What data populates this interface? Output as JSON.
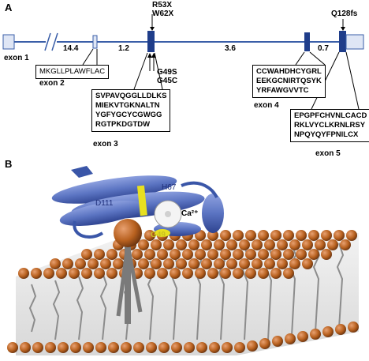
{
  "panel_a": {
    "letter": "A",
    "exon_labels": {
      "exon1": "exon 1",
      "exon2": "exon 2",
      "exon3": "exon 3",
      "exon4": "exon 4",
      "exon5": "exon 5"
    },
    "intron_distances": {
      "d1": "14.4",
      "d2": "1.2",
      "d3": "3.6",
      "d4": "0.7"
    },
    "mutations": {
      "r53x": "R53X",
      "w62x": "W62X",
      "g49s": "G49S",
      "g45c": "G45C",
      "q128fs": "Q128fs"
    },
    "sequences": {
      "exon2": "MKGLLPLAWFLAC",
      "exon3": [
        "SVPAVQGGLLDLKS",
        "MIEKVTGKNALTN",
        "YGFYGCYCGWGG",
        "RGTPKDGTDW"
      ],
      "exon4": [
        "CCWAHDHCYGRL",
        "EEKGCNIRTQSYK",
        "YRFAWGVVTC"
      ],
      "exon5": [
        "EPGPFCHVNLCACD",
        "RKLVYCLKRNLRSY",
        "NPQYQYFPNILCX"
      ]
    },
    "colors": {
      "line": "#3a5ea8",
      "exon_fill": "#1f3d8a",
      "utr_fill": "#dfe6f5"
    }
  },
  "panel_b": {
    "letter": "B",
    "labels": {
      "d111": "D111",
      "h67": "H67",
      "calcium": "Ca²⁺",
      "g49": "G49"
    },
    "colors": {
      "helix": "#5b74c2",
      "highlight": "#e8e020",
      "head": "#b8611f",
      "tail": "#9a9a9a"
    }
  }
}
